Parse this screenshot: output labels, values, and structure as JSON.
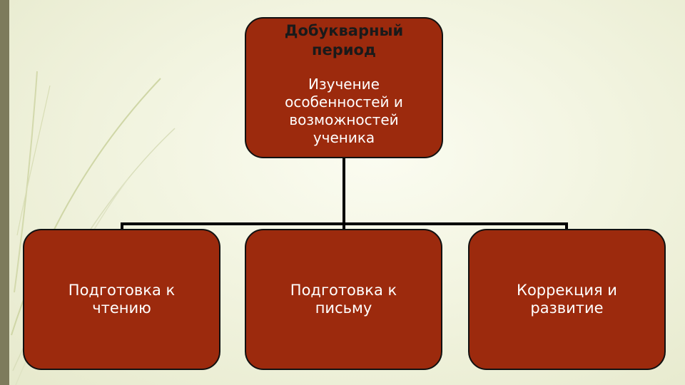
{
  "diagram": {
    "root": {
      "title": "Добукварный период",
      "description": "Изучение особенностей и возможностей ученика"
    },
    "children": [
      {
        "label": "Подготовка к чтению"
      },
      {
        "label": "Подготовка к письму"
      },
      {
        "label": "Коррекция и развитие"
      }
    ],
    "colors": {
      "box_fill": "#9c2a0d",
      "connector": "#000000",
      "background": "#f2f4e0"
    }
  }
}
